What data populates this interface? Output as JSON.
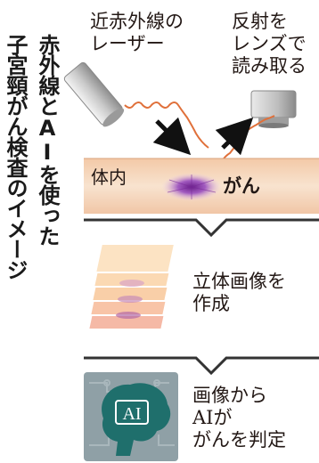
{
  "title": {
    "col1": "赤外線とAIを使った",
    "col2": "子宮頸がん検査のイメージ"
  },
  "labels": {
    "laser": "近赤外線の\nレーザー",
    "receiver": "反射を\nレンズで\n読み取る",
    "body": "体内",
    "cancer": "がん",
    "step2": "立体画像を\n作成",
    "step3": "画像から\nAIが\nがんを判定",
    "ai": "AI"
  },
  "colors": {
    "tissue": "#f6dcc4",
    "tissue_edge": "#d9a07a",
    "tumor": "#8b3fa6",
    "laser": "#e0703a",
    "accent_red": "#c0392b",
    "brain_bg": "#8a9aa0",
    "brain": "#1f6f6c"
  }
}
